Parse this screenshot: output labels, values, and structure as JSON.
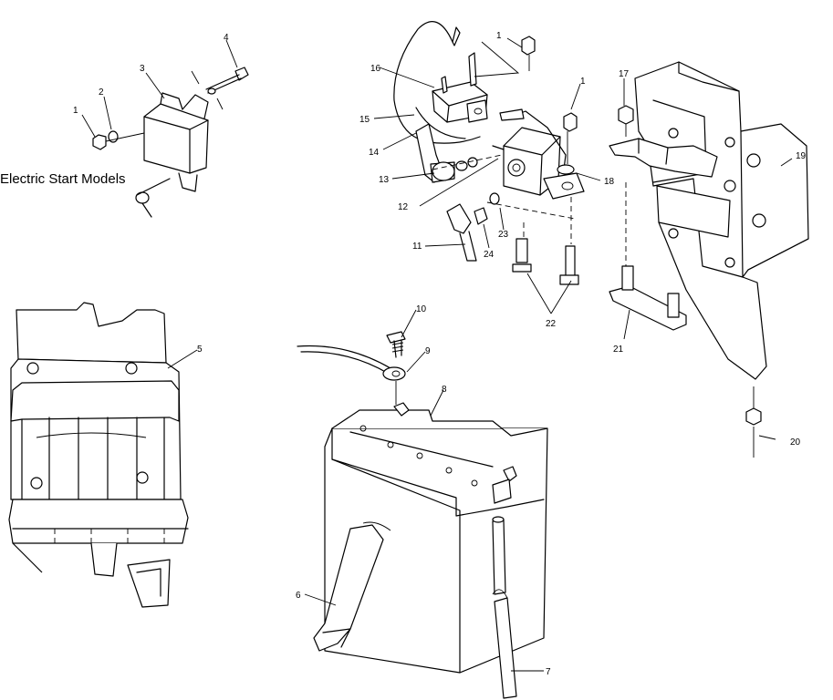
{
  "heading": "Electric Start Models",
  "callouts": {
    "c1a": "1",
    "c2": "2",
    "c3": "3",
    "c4": "4",
    "c5": "5",
    "c6": "6",
    "c7": "7",
    "c8": "8",
    "c9": "9",
    "c10": "10",
    "c11": "11",
    "c12": "12",
    "c13": "13",
    "c14": "14",
    "c15": "15",
    "c16": "16",
    "c1b": "1",
    "c1c": "1",
    "c17": "17",
    "c18": "18",
    "c19": "19",
    "c20": "20",
    "c21": "21",
    "c22": "22",
    "c23": "23",
    "c24": "24"
  }
}
